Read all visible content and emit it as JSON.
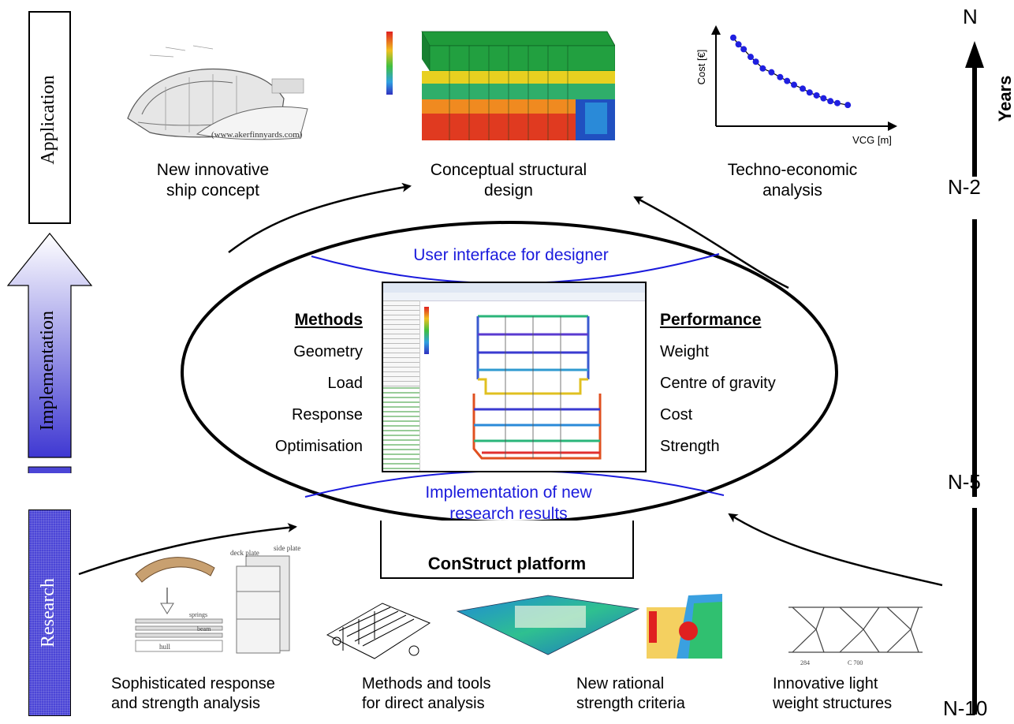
{
  "stages": {
    "application": "Application",
    "implementation": "Implementation",
    "research": "Research"
  },
  "years": {
    "axis_label": "Years",
    "n": "N",
    "n2": "N-2",
    "n5": "N-5",
    "n10": "N-10"
  },
  "application_items": {
    "ship_caption": "New innovative\nship concept",
    "ship_credit": "(www.akerfinnyards.com)",
    "design_caption": "Conceptual structural\ndesign",
    "econ_caption": "Techno-economic\nanalysis"
  },
  "platform": {
    "ui_label": "User interface for designer",
    "impl_label": "Implementation of new\nresearch results",
    "platform_label": "ConStruct platform",
    "methods_title": "Methods",
    "methods": [
      "Geometry",
      "Load",
      "Response",
      "Optimisation"
    ],
    "performance_title": "Performance",
    "performance": [
      "Weight",
      "Centre of gravity",
      "Cost",
      "Strength"
    ]
  },
  "research_items": [
    "Sophisticated response\nand strength analysis",
    "Methods and tools\nfor direct analysis",
    "New rational\nstrength criteria",
    "Innovative light\nweight structures"
  ],
  "colors": {
    "blue_text": "#1a1adc",
    "blue_curve": "#1a1adc",
    "research_bar": "#4b45d6",
    "chart_points": "#1f1fe0"
  },
  "chart_data": {
    "type": "scatter",
    "xlabel": "VCG [m]",
    "ylabel": "Cost [€]",
    "series": [
      {
        "x": [
          1.0,
          1.3,
          1.6,
          2.0,
          2.3,
          2.7,
          3.2,
          3.7,
          4.1,
          4.5,
          5.0,
          5.4,
          5.8,
          6.2,
          6.6,
          7.0,
          7.6
        ],
        "y": [
          9.2,
          8.5,
          8.0,
          7.2,
          6.7,
          6.0,
          5.6,
          5.1,
          4.7,
          4.3,
          3.9,
          3.5,
          3.2,
          2.9,
          2.6,
          2.4,
          2.2
        ]
      }
    ],
    "xlim": [
      0,
      10
    ],
    "ylim": [
      0,
      10
    ],
    "grid": false
  }
}
